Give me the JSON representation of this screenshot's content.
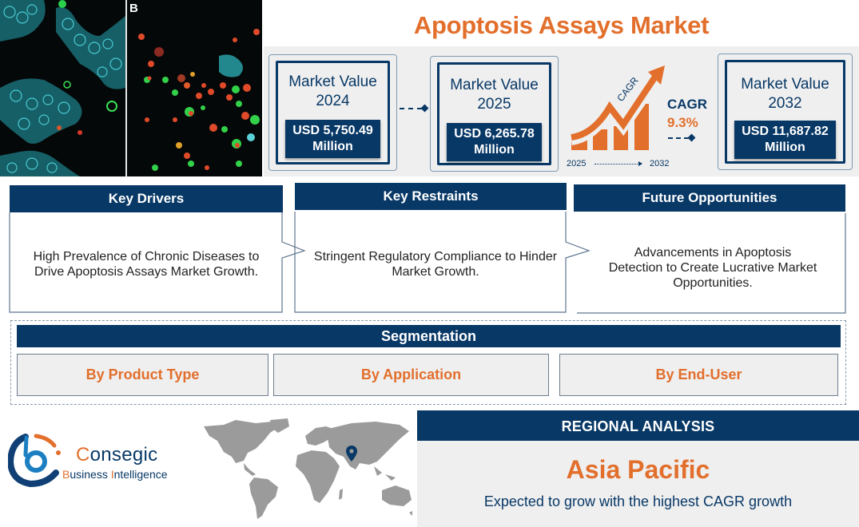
{
  "header": {
    "title": "Apoptosis Assays Market"
  },
  "image": {
    "panel_label": "B",
    "description": "fluorescence microscopy of cells (cyan clusters, red/green apoptotic cells)"
  },
  "market_values": [
    {
      "label": "Market Value",
      "year": "2024",
      "value": "USD 5,750.49",
      "unit": "Million"
    },
    {
      "label": "Market Value",
      "year": "2025",
      "value": "USD 6,265.78",
      "unit": "Million"
    },
    {
      "label": "Market Value",
      "year": "2032",
      "value": "USD 11,687.82",
      "unit": "Million"
    }
  ],
  "cagr": {
    "graphic_text": "CAGR",
    "label": "CAGR",
    "value": "9.3%",
    "start_year": "2025",
    "end_year": "2032"
  },
  "key_sections": [
    {
      "title": "Key Drivers",
      "text": "High Prevalence of Chronic Diseases to Drive Apoptosis Assays Market Growth."
    },
    {
      "title": "Key Restraints",
      "text": "Stringent Regulatory Compliance to Hinder Market Growth."
    },
    {
      "title": "Future Opportunities",
      "text": "Advancements in Apoptosis Detection to Create Lucrative Market Opportunities."
    }
  ],
  "segmentation": {
    "title": "Segmentation",
    "items": [
      "By Product Type",
      "By Application",
      "By End-User"
    ]
  },
  "logo": {
    "name_first": "C",
    "name_rest": "onsegic",
    "sub_b": "B",
    "sub_usiness": "usiness ",
    "sub_i": "I",
    "sub_ntelligence": "ntelligence"
  },
  "regional": {
    "title": "REGIONAL ANALYSIS",
    "region": "Asia Pacific",
    "description": "Expected to grow with the highest CAGR growth"
  },
  "colors": {
    "navy": "#083866",
    "orange": "#e26f2c",
    "panel_gray": "#efefef",
    "map_gray": "#9b9b9b"
  }
}
